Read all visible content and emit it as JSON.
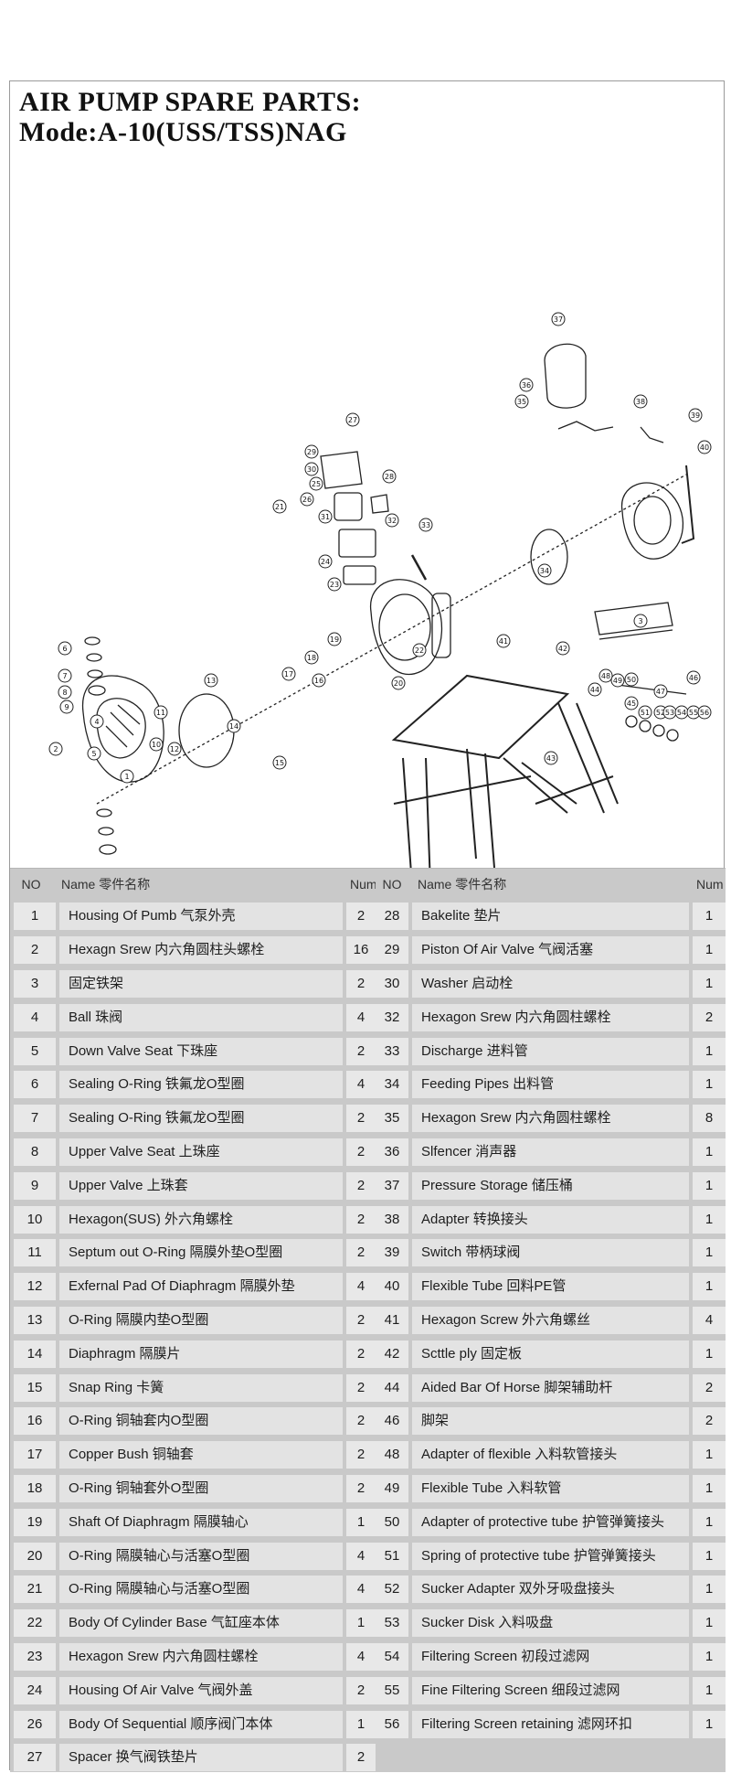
{
  "title": {
    "line1": "AIR PUMP SPARE PARTS:",
    "line2": "Mode:A-10(USS/TSS)NAG"
  },
  "table": {
    "headers": {
      "no": "NO",
      "name": "Name 零件名称",
      "num": "Num"
    },
    "left": [
      {
        "no": "1",
        "name": "Housing Of Pumb 气泵外壳",
        "num": "2"
      },
      {
        "no": "2",
        "name": "Hexagn Srew 内六角圆柱头螺栓",
        "num": "16"
      },
      {
        "no": "3",
        "name": "固定铁架",
        "num": "2"
      },
      {
        "no": "4",
        "name": "Ball 珠阀",
        "num": "4"
      },
      {
        "no": "5",
        "name": "Down Valve Seat 下珠座",
        "num": "2"
      },
      {
        "no": "6",
        "name": "Sealing O-Ring 铁氟龙O型圈",
        "num": "4"
      },
      {
        "no": "7",
        "name": "Sealing O-Ring 铁氟龙O型圈",
        "num": "2"
      },
      {
        "no": "8",
        "name": "Upper Valve Seat 上珠座",
        "num": "2"
      },
      {
        "no": "9",
        "name": "Upper Valve 上珠套",
        "num": "2"
      },
      {
        "no": "10",
        "name": "Hexagon(SUS) 外六角螺栓",
        "num": "2"
      },
      {
        "no": "11",
        "name": "Septum out O-Ring 隔膜外垫O型圈",
        "num": "2"
      },
      {
        "no": "12",
        "name": "Exfernal Pad Of Diaphragm 隔膜外垫",
        "num": "4"
      },
      {
        "no": "13",
        "name": "O-Ring 隔膜内垫O型圈",
        "num": "2"
      },
      {
        "no": "14",
        "name": "Diaphragm 隔膜片",
        "num": "2"
      },
      {
        "no": "15",
        "name": "Snap Ring 卡簧",
        "num": "2"
      },
      {
        "no": "16",
        "name": "O-Ring 铜轴套内O型圈",
        "num": "2"
      },
      {
        "no": "17",
        "name": "Copper Bush 铜轴套",
        "num": "2"
      },
      {
        "no": "18",
        "name": "O-Ring 铜轴套外O型圈",
        "num": "2"
      },
      {
        "no": "19",
        "name": "Shaft Of Diaphragm 隔膜轴心",
        "num": "1"
      },
      {
        "no": "20",
        "name": "O-Ring 隔膜轴心与活塞O型圈",
        "num": "4"
      },
      {
        "no": "21",
        "name": "O-Ring 隔膜轴心与活塞O型圈",
        "num": "4"
      },
      {
        "no": "22",
        "name": "Body Of Cylinder Base 气缸座本体",
        "num": "1"
      },
      {
        "no": "23",
        "name": "Hexagon Srew 内六角圆柱螺栓",
        "num": "4"
      },
      {
        "no": "24",
        "name": "Housing Of Air Valve 气阀外盖",
        "num": "2"
      },
      {
        "no": "26",
        "name": "Body Of Sequential 顺序阀门本体",
        "num": "1"
      },
      {
        "no": "27",
        "name": "Spacer 换气阀铁垫片",
        "num": "2"
      }
    ],
    "right": [
      {
        "no": "28",
        "name": "Bakelite 垫片",
        "num": "1"
      },
      {
        "no": "29",
        "name": "Piston Of Air Valve 气阀活塞",
        "num": "1"
      },
      {
        "no": "30",
        "name": "Washer 启动栓",
        "num": "1"
      },
      {
        "no": "32",
        "name": "Hexagon Srew 内六角圆柱螺栓",
        "num": "2"
      },
      {
        "no": "33",
        "name": "Discharge 进料管",
        "num": "1"
      },
      {
        "no": "34",
        "name": "Feeding Pipes 出料管",
        "num": "1"
      },
      {
        "no": "35",
        "name": "Hexagon Srew 内六角圆柱螺栓",
        "num": "8"
      },
      {
        "no": "36",
        "name": "Slfencer 消声器",
        "num": "1"
      },
      {
        "no": "37",
        "name": "Pressure Storage 储压桶",
        "num": "1"
      },
      {
        "no": "38",
        "name": "Adapter 转换接头",
        "num": "1"
      },
      {
        "no": "39",
        "name": "Switch 带柄球阀",
        "num": "1"
      },
      {
        "no": "40",
        "name": "Flexible Tube 回料PE管",
        "num": "1"
      },
      {
        "no": "41",
        "name": "Hexagon Screw 外六角螺丝",
        "num": "4"
      },
      {
        "no": "42",
        "name": "Scttle ply 固定板",
        "num": "1"
      },
      {
        "no": "44",
        "name": "Aided Bar Of Horse 脚架辅助杆",
        "num": "2"
      },
      {
        "no": "46",
        "name": "脚架",
        "num": "2"
      },
      {
        "no": "48",
        "name": "Adapter of flexible 入料软管接头",
        "num": "1"
      },
      {
        "no": "49",
        "name": "Flexible Tube 入料软管",
        "num": "1"
      },
      {
        "no": "50",
        "name": "Adapter of protective tube 护管弹簧接头",
        "num": "1"
      },
      {
        "no": "51",
        "name": "Spring of protective tube 护管弹簧接头",
        "num": "1"
      },
      {
        "no": "52",
        "name": "Sucker Adapter 双外牙吸盘接头",
        "num": "1"
      },
      {
        "no": "53",
        "name": "Sucker Disk 入料吸盘",
        "num": "1"
      },
      {
        "no": "54",
        "name": "Filtering Screen 初段过滤网",
        "num": "1"
      },
      {
        "no": "55",
        "name": "Fine Filtering Screen 细段过滤网",
        "num": "1"
      },
      {
        "no": "56",
        "name": "Filtering Screen retaining 滤网环扣",
        "num": "1"
      }
    ]
  },
  "diagram": {
    "callouts": [
      "1",
      "2",
      "3",
      "4",
      "5",
      "6",
      "7",
      "8",
      "9",
      "10",
      "11",
      "12",
      "13",
      "14",
      "15",
      "16",
      "17",
      "18",
      "19",
      "20",
      "21",
      "22",
      "23",
      "24",
      "25",
      "26",
      "27",
      "28",
      "29",
      "30",
      "31",
      "32",
      "33",
      "34",
      "35",
      "36",
      "37",
      "38",
      "39",
      "40",
      "41",
      "42",
      "43",
      "44",
      "45",
      "46",
      "47",
      "48",
      "49",
      "50",
      "51",
      "52",
      "53",
      "54",
      "55",
      "56"
    ]
  }
}
